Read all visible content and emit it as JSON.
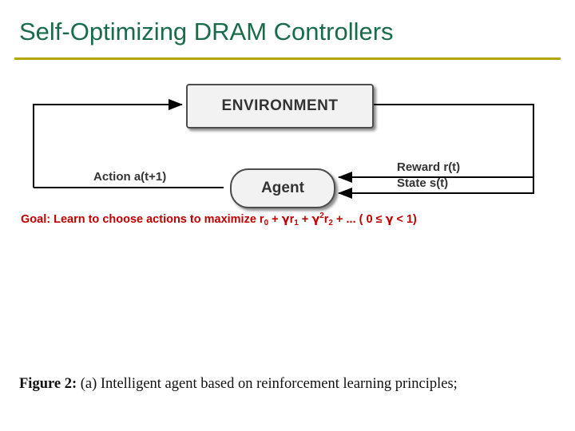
{
  "slide": {
    "title": "Self-Optimizing DRAM Controllers",
    "accent_title_color": "#1a6b4a",
    "rule_color": "#b3a600"
  },
  "diagram": {
    "environment_label": "ENVIRONMENT",
    "agent_label": "Agent",
    "action_label": "Action a(t+1)",
    "reward_label": "Reward r(t)",
    "state_label": "State s(t)"
  },
  "goal": {
    "prefix": "Goal: Learn to choose actions to maximize r",
    "sub0": "0",
    "plus1": " + ",
    "gamma1": "γ",
    "r1": "r",
    "sub1": "1",
    "plus2": " + ",
    "gamma2": "γ",
    "sup2": "2",
    "r2": "r",
    "sub2": "2",
    "tail": " + ... ( 0 ≤ ",
    "gamma3": "γ",
    "tail2": " < 1)",
    "color": "#c00000"
  },
  "caption": {
    "figure_label": "Figure 2:",
    "text": " (a) Intelligent agent based on reinforcement learning principles;"
  }
}
